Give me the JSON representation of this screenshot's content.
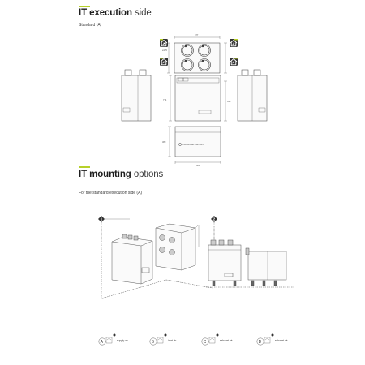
{
  "section1": {
    "title_bold": "IT execution",
    "title_light": "side",
    "subtitle": "Standard (A)"
  },
  "section2": {
    "title_bold": "IT mounting",
    "title_light": "options",
    "subtitle": "For the standard execution side (A)"
  },
  "drawing_labels": {
    "condensate_drain": "Condensate drain ø13"
  },
  "mounting_badges": [
    "1",
    "2"
  ],
  "legend": [
    {
      "letter": "A",
      "label": "supply air"
    },
    {
      "letter": "B",
      "label": "inlet air"
    },
    {
      "letter": "C",
      "label": "exhaust air"
    },
    {
      "letter": "D",
      "label": "exhaust air"
    }
  ],
  "colors": {
    "accent": "#b7d12a",
    "dark_badge": "#333333",
    "line": "#3a3a3a"
  }
}
